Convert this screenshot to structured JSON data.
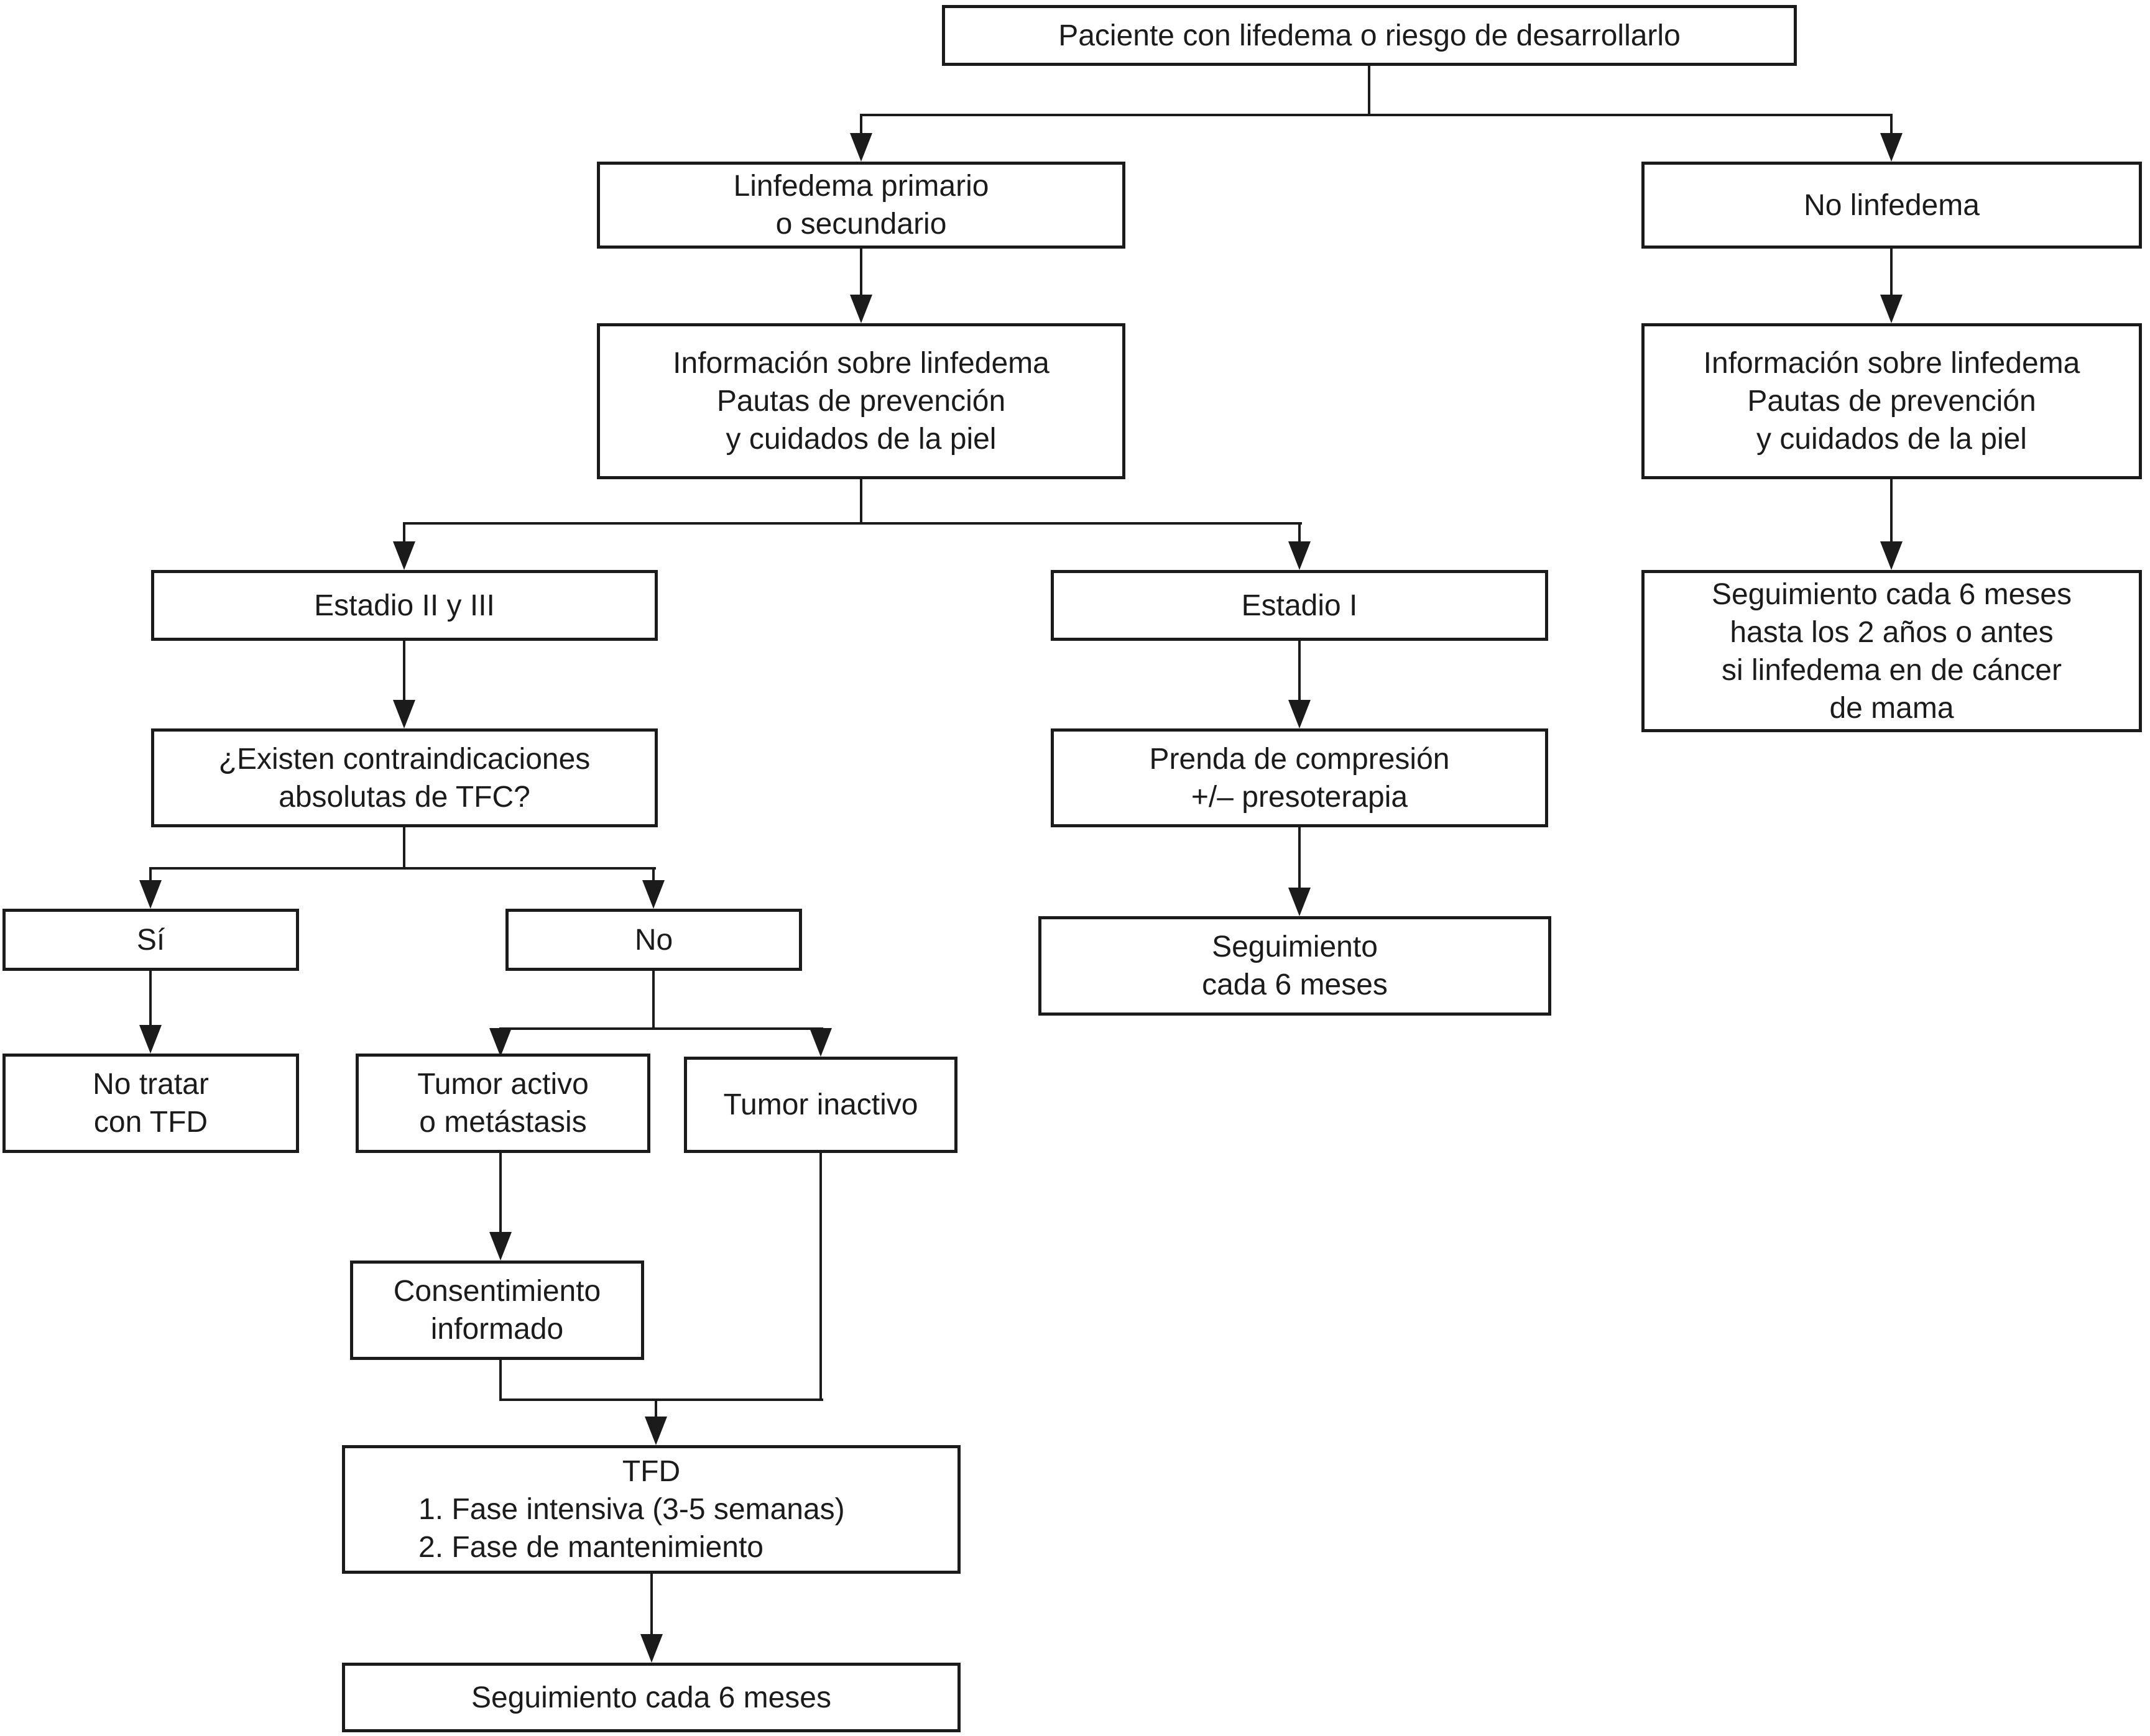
{
  "diagram": {
    "title": "Algoritmo de tratamiento del linfedema",
    "background_color": "#ffffff",
    "line_color": "#1b1b1b",
    "nodes": {
      "patient": "Paciente con lifedema o riesgo de desarrollarlo",
      "primary_secondary": "Linfedema primario\no secundario",
      "no_lymphedema": "No linfedema",
      "info_left": "Información sobre linfedema\nPautas de prevención\ny cuidados de la piel",
      "info_right": "Información sobre linfedema\nPautas de prevención\ny cuidados de la piel",
      "stage_2_3": "Estadio II y III",
      "stage_1": "Estadio I",
      "followup_right": "Seguimiento cada 6 meses\nhasta los 2 años o antes\nsi linfedema en de cáncer\nde mama",
      "contraindications": "¿Existen contraindicaciones\nabsolutas de TFC?",
      "compression": "Prenda de compresión\n+/– presoterapia",
      "yes": "Sí",
      "no": "No",
      "followup_mid": "Seguimiento\ncada 6 meses",
      "no_treat": "No tratar\ncon TFD",
      "tumor_active": "Tumor activo\no metástasis",
      "tumor_inactive": "Tumor inactivo",
      "consent": "Consentimiento\ninformado",
      "tfd_title": "TFD",
      "tfd_item1": "1. Fase intensiva (3-5 semanas)",
      "tfd_item2": "2. Fase de mantenimiento",
      "followup_bottom": "Seguimiento cada 6 meses"
    }
  }
}
